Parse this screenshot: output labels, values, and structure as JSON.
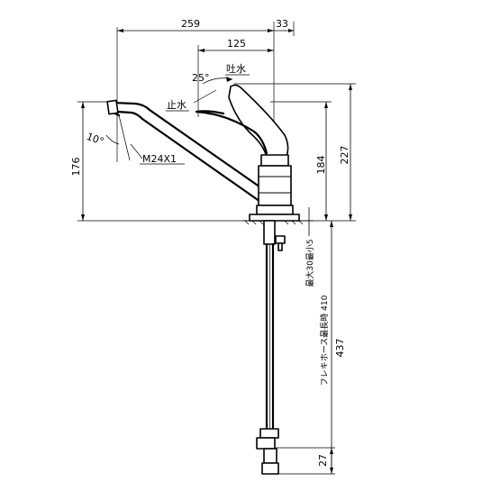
{
  "dimensions": {
    "top_width": "259",
    "top_offset": "33",
    "handle_reach": "125",
    "lever_angle": "25°",
    "spout_angle": "10°",
    "thread": "M24X1",
    "left_height": "176",
    "body_height": "184",
    "total_height": "227",
    "hose_length": "437",
    "bottom_end": "27"
  },
  "labels": {
    "open_water": "吐水",
    "stop_water": "止水",
    "max_thickness": "最大30最小5",
    "hose_label": "フレキホース最長時 410"
  }
}
